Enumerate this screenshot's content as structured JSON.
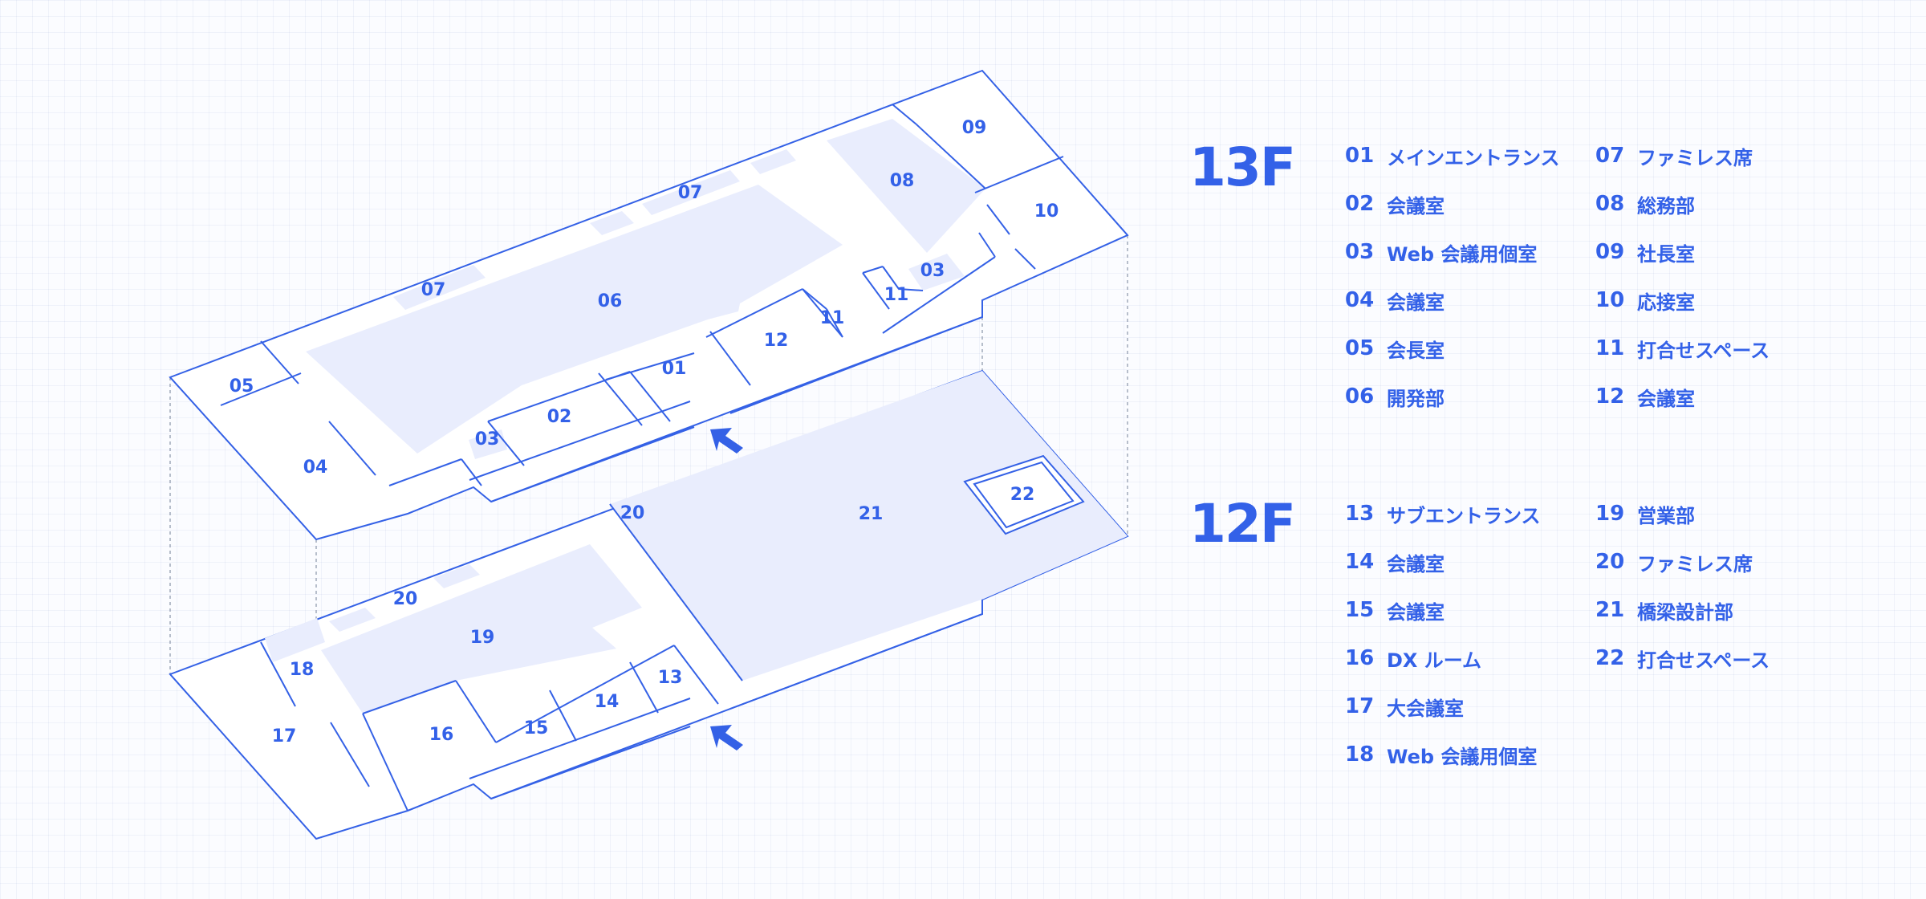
{
  "plan_labels": {
    "f13": {
      "r01": "01",
      "r02": "02",
      "r03a": "03",
      "r03b": "03",
      "r04": "04",
      "r05": "05",
      "r06": "06",
      "r07a": "07",
      "r07b": "07",
      "r08": "08",
      "r09": "09",
      "r10": "10",
      "r11a": "11",
      "r11b": "11",
      "r12": "12"
    },
    "f12": {
      "r13": "13",
      "r14": "14",
      "r15": "15",
      "r16": "16",
      "r17": "17",
      "r18": "18",
      "r19": "19",
      "r20a": "20",
      "r20b": "20",
      "r21": "21",
      "r22": "22"
    }
  },
  "floors": [
    {
      "title": "13F",
      "legend_left": [
        {
          "num": "01",
          "name": "メインエントランス"
        },
        {
          "num": "02",
          "name": "会議室"
        },
        {
          "num": "03",
          "name": "Web 会議用個室"
        },
        {
          "num": "04",
          "name": "会議室"
        },
        {
          "num": "05",
          "name": "会長室"
        },
        {
          "num": "06",
          "name": "開発部"
        }
      ],
      "legend_right": [
        {
          "num": "07",
          "name": "ファミレス席"
        },
        {
          "num": "08",
          "name": "総務部"
        },
        {
          "num": "09",
          "name": "社長室"
        },
        {
          "num": "10",
          "name": "応接室"
        },
        {
          "num": "11",
          "name": "打合せスペース"
        },
        {
          "num": "12",
          "name": "会議室"
        }
      ]
    },
    {
      "title": "12F",
      "legend_left": [
        {
          "num": "13",
          "name": "サブエントランス"
        },
        {
          "num": "14",
          "name": "会議室"
        },
        {
          "num": "15",
          "name": "会議室"
        },
        {
          "num": "16",
          "name": "DX ルーム"
        },
        {
          "num": "17",
          "name": "大会議室"
        },
        {
          "num": "18",
          "name": "Web 会議用個室"
        }
      ],
      "legend_right": [
        {
          "num": "19",
          "name": "営業部"
        },
        {
          "num": "20",
          "name": "ファミレス席"
        },
        {
          "num": "21",
          "name": "橋梁設計部"
        },
        {
          "num": "22",
          "name": "打合せスペース"
        }
      ]
    }
  ],
  "colors": {
    "accent": "#3361e8",
    "zone_fill": "#e9edfd",
    "guide": "#9aa3b5"
  },
  "icons": {
    "entrance": "entrance-arrow-icon"
  }
}
